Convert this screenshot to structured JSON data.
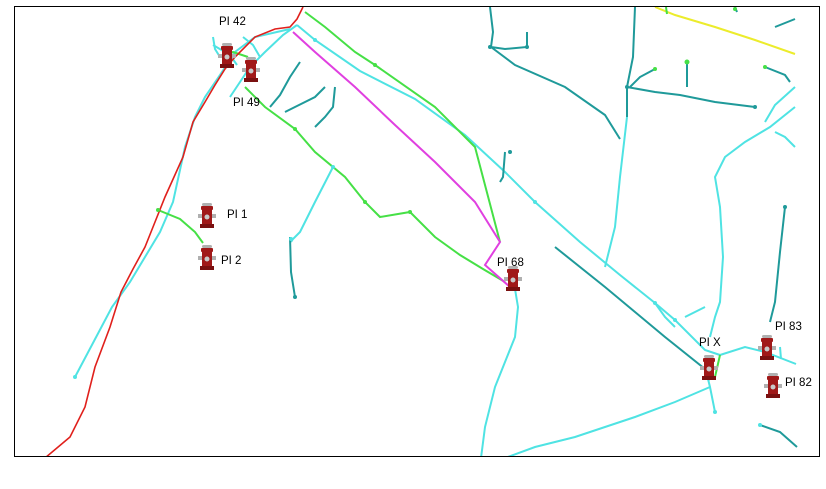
{
  "colors": {
    "cyan_main": "#4fe3e3",
    "teal_branch": "#1f9a9a",
    "green_main": "#46e046",
    "red_main": "#e0201c",
    "magenta": "#e040e0",
    "yellow": "#ecec2c",
    "hydrant_red": "#a01818",
    "hydrant_cap": "#b0b0b0"
  },
  "hydrants": [
    {
      "id": "h42",
      "label": "PI 42"
    },
    {
      "id": "h49",
      "label": "PI 49"
    },
    {
      "id": "h1",
      "label": "PI 1"
    },
    {
      "id": "h2",
      "label": "PI 2"
    },
    {
      "id": "h68",
      "label": "PI 68"
    },
    {
      "id": "hX",
      "label": "PI X"
    },
    {
      "id": "h83",
      "label": "PI 83"
    },
    {
      "id": "h82",
      "label": "PI 82"
    }
  ]
}
